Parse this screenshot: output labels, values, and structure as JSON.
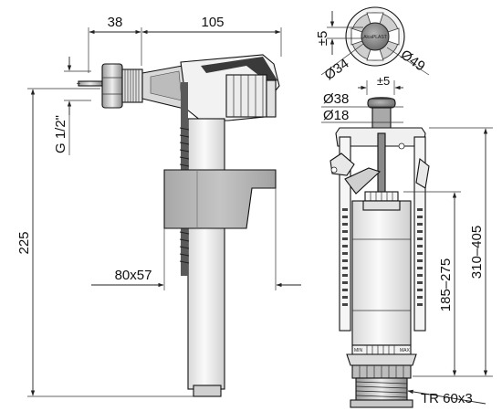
{
  "dimensions": {
    "width_38": "38",
    "width_105": "105",
    "thread_g12": "G 1/2\"",
    "height_225": "225",
    "float_80x57": "80x57",
    "tol_5_top": "±5",
    "dia_34": "Ø34",
    "dia_49": "Ø49",
    "tol_5_mid": "±5",
    "dia_38": "Ø38",
    "dia_18": "Ø18",
    "height_185_275": "185–275",
    "height_310_405": "310–405",
    "thread_tr60x3": "TR 60x3"
  },
  "labels": {
    "scale_min": "MIN",
    "scale_max": "MAX",
    "button_brand": "AlcaPLAST"
  },
  "colors": {
    "line": "#222222",
    "float_fill": "#b3b3b3",
    "body_fill": "#e9e9e9",
    "button_fill": "#8c8c8c",
    "cap_fill": "#3a3a3a"
  }
}
